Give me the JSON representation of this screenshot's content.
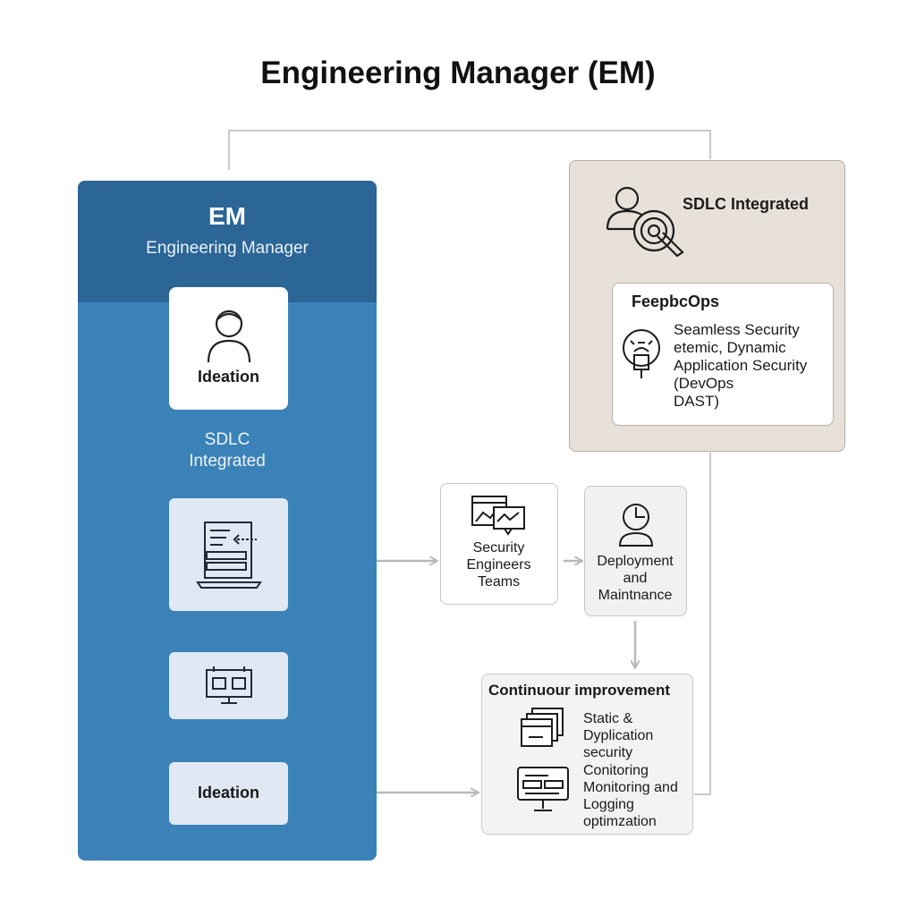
{
  "title": "Engineering Manager (EM)",
  "em_panel": {
    "abbr": "EM",
    "subtitle": "Engineering Manager",
    "ideation_top": "Ideation",
    "sdlc_line1": "SDLC",
    "sdlc_line2": "Integrated",
    "ideation_bottom": "Ideation"
  },
  "sdlc_box": {
    "title": "SDLC Integrated",
    "card_title": "FeepbcOps",
    "card_lines": [
      "Seamless Security",
      "etemic, Dynamic",
      "Application Security",
      "(DevOps",
      "DAST)"
    ]
  },
  "security_node": {
    "lines": [
      "Security",
      "Engineers",
      "Teams"
    ]
  },
  "deployment_node": {
    "lines": [
      "Deployment",
      "and",
      "Maintnance"
    ]
  },
  "continuous_box": {
    "title": "Continuour improvement",
    "item1_lines": [
      "Static &",
      "Dyplication",
      "security"
    ],
    "item2_lines": [
      "Conitoring",
      "Monitoring and",
      "Logging",
      "optimzation"
    ]
  },
  "colors": {
    "panel_blue": "#3b82b8",
    "header_blue": "#2b6697",
    "tile_light": "#dfe8f3",
    "beige": "#e7e1da",
    "connector_gray": "#bdbdbd"
  },
  "icons": [
    "person-icon",
    "document-laptop-icon",
    "monitor-icon",
    "user-search-icon",
    "shield-lock-icon",
    "chart-window-icon",
    "user-chart-icon",
    "stacked-docs-icon",
    "dashboard-monitor-icon"
  ]
}
